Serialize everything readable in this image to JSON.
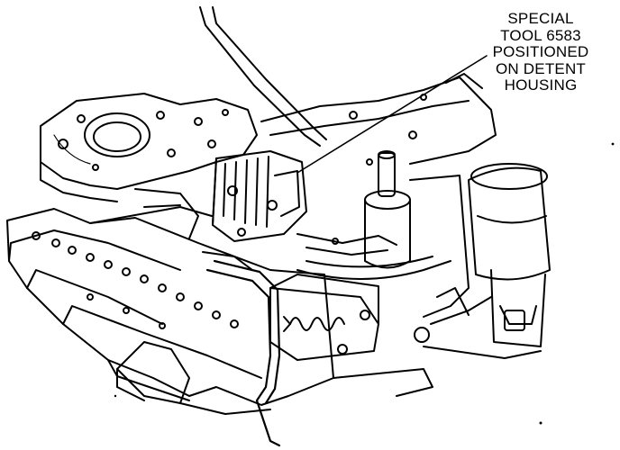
{
  "callout": {
    "lines": [
      "SPECIAL",
      "TOOL 6583",
      "POSITIONED",
      "ON DETENT",
      "HOUSING"
    ]
  },
  "colors": {
    "ink": "#000000",
    "paper": "#ffffff"
  }
}
